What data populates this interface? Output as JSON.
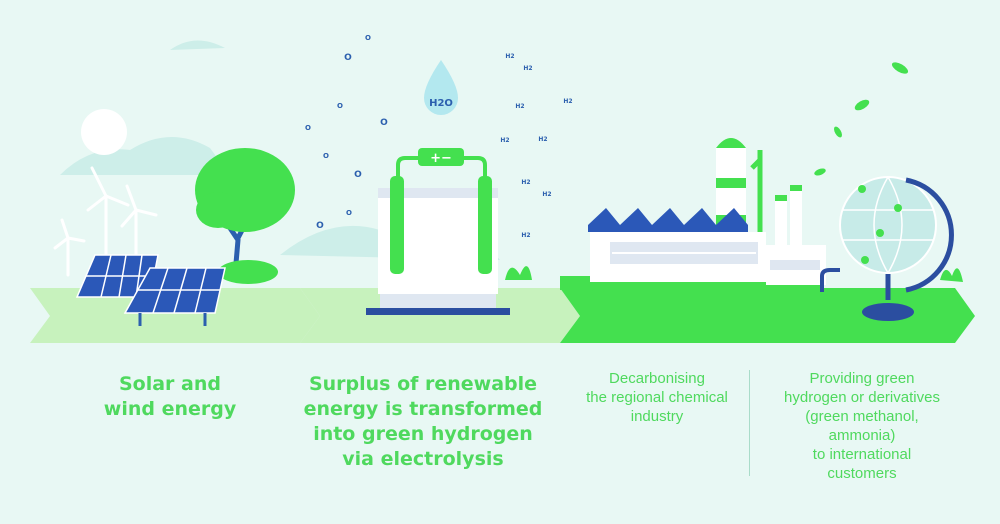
{
  "steps": [
    {
      "lines": [
        "Solar and",
        "wind energy"
      ]
    },
    {
      "lines": [
        "Surplus of renewable",
        "energy is transformed",
        "into green hydrogen",
        "via electrolysis"
      ]
    },
    {
      "lines": [
        "Decarbonising",
        "the regional chemical",
        "industry"
      ]
    },
    {
      "lines": [
        "Providing green",
        "hydrogen or derivatives",
        "(green methanol,",
        "ammonia)",
        "to international",
        "customers"
      ]
    }
  ],
  "molecules": {
    "water": "H2O",
    "hydrogen": "H2",
    "oxygen": "O"
  },
  "electrolyser_symbol": "+−",
  "colors": {
    "background": "#e8f8f4",
    "accent_green": "#4fd95e",
    "light_green": "#b8f0b0",
    "navy": "#2b4ea0"
  }
}
